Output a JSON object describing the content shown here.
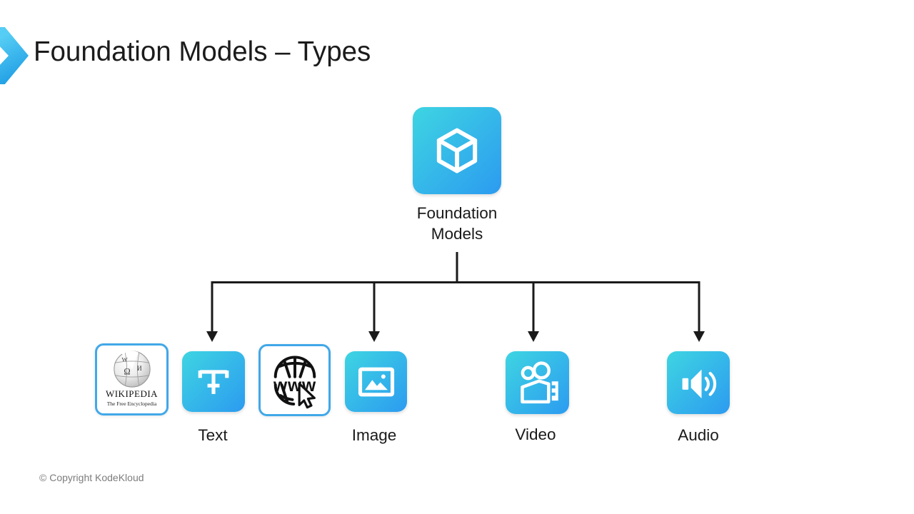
{
  "slide": {
    "title": "Foundation Models – Types",
    "copyright": "© Copyright KodeKloud"
  },
  "tree": {
    "root": {
      "label": "Foundation Models",
      "icon": "cube-icon"
    },
    "children": [
      {
        "label": "Text",
        "icon": "text-icon"
      },
      {
        "label": "Image",
        "icon": "image-icon"
      },
      {
        "label": "Video",
        "icon": "video-camera-icon"
      },
      {
        "label": "Audio",
        "icon": "speaker-icon"
      }
    ]
  },
  "wikipedia_card": {
    "wordmark": "WIKIPEDIA",
    "tagline": "The Free Encyclopedia",
    "globe_glyphs": [
      "W",
      "Ω",
      "И"
    ]
  },
  "www_card": {
    "text": "www"
  },
  "colors": {
    "tile_gradient_start": "#3ED5E2",
    "tile_gradient_end": "#2C9BF0",
    "chevron_gradient_start": "#55CDF4",
    "chevron_gradient_end": "#1D9BE4",
    "outline_card_border": "#41A8E8",
    "connector": "#1A1A1A",
    "title_text": "#1B1B1B",
    "copyright_text": "#7D7D7D"
  }
}
